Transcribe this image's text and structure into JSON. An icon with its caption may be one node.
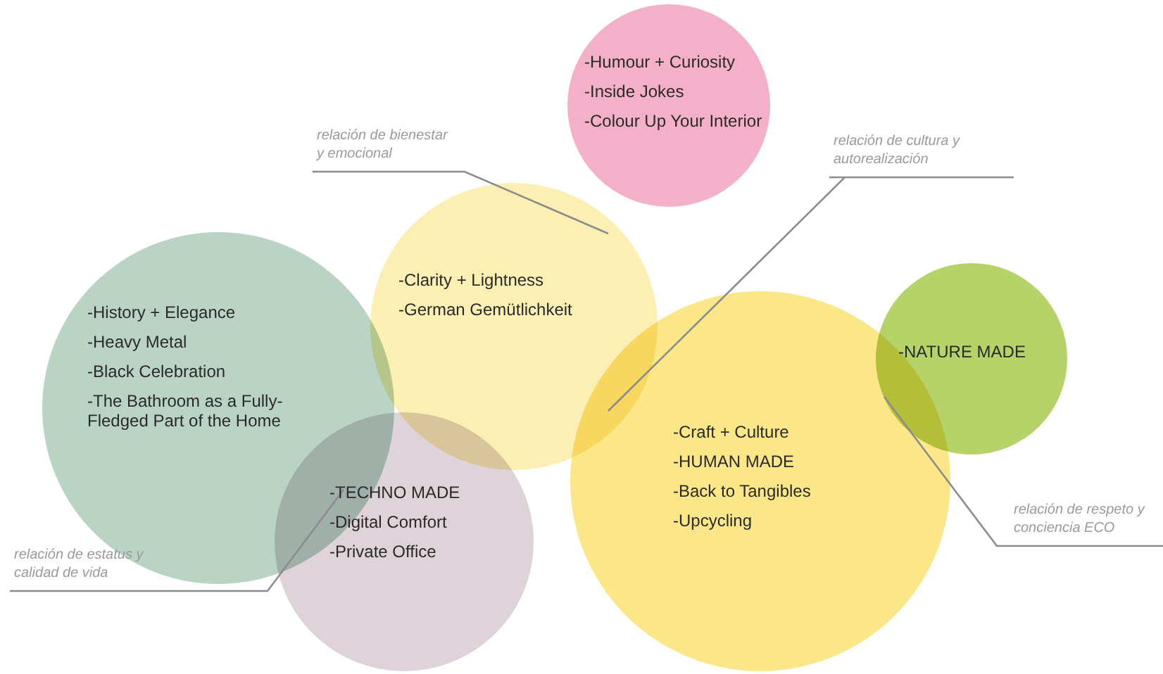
{
  "diagram": {
    "nodes": [
      {
        "text": [
          "-Humour + Curiosity",
          "-Inside Jokes",
          "-Colour Up Your Interior"
        ]
      },
      {
        "text": [
          "-Clarity + Lightness",
          "-German Gemütlichkeit"
        ]
      },
      {
        "text": [
          "-History + Elegance",
          "-Heavy Metal",
          "-Black Celebration",
          "-The Bathroom as a Fully-Fledged Part of the Home"
        ]
      },
      {
        "text": [
          "-Craft + Culture",
          "-HUMAN MADE",
          "-Back to Tangibles",
          "-Upcycling"
        ]
      },
      {
        "text": [
          "-NATURE MADE"
        ]
      },
      {
        "text": [
          "-TECHNO MADE",
          "-Digital Comfort",
          "-Private Office"
        ]
      },
      {
        "text": [
          "relación de bienestar y emocional"
        ]
      },
      {
        "text": [
          "relación de cultura y autorealización"
        ]
      },
      {
        "text": [
          "relación de respeto y conciencia ECO"
        ]
      },
      {
        "text": [
          "relación de estatus y calidad de vida"
        ]
      }
    ],
    "edges": [
      {
        "from": 6,
        "to": 1,
        "arrow": "none"
      },
      {
        "from": 7,
        "to": 1,
        "arrow": "none"
      },
      {
        "from": 8,
        "to": 4,
        "arrow": "none"
      },
      {
        "from": 9,
        "to": 5,
        "arrow": "none"
      }
    ]
  }
}
